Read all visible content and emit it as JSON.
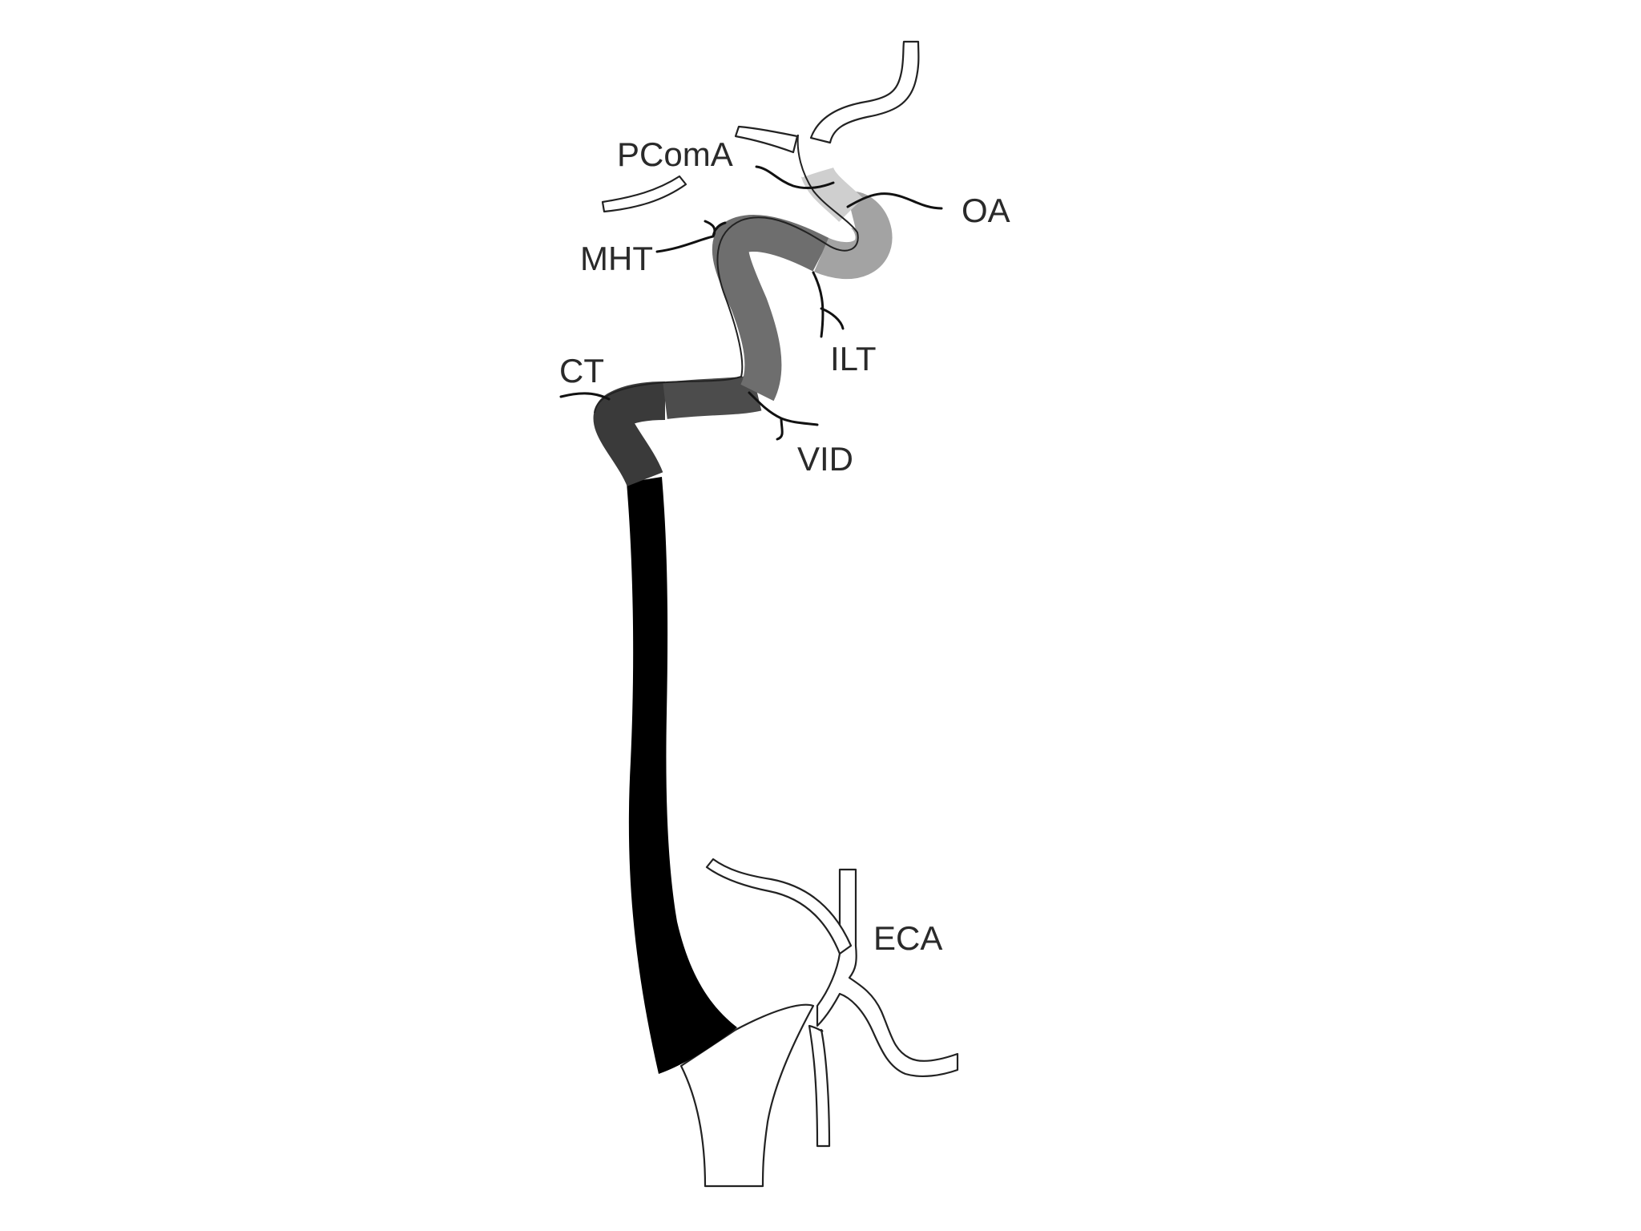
{
  "labels": {
    "pcoma": "PComA",
    "oa": "OA",
    "mht": "MHT",
    "ilt": "ILT",
    "ct": "CT",
    "vid": "VID",
    "eca": "ECA"
  },
  "segment_colors": {
    "cervical": "#000000",
    "petrous": "#3a3a3a",
    "lacerum": "#4c4c4c",
    "cavernous": "#6e6e6e",
    "clinoid": "#a3a3a3",
    "ophthalmic": "#cfcfcf",
    "communicating": "#ffffff"
  }
}
